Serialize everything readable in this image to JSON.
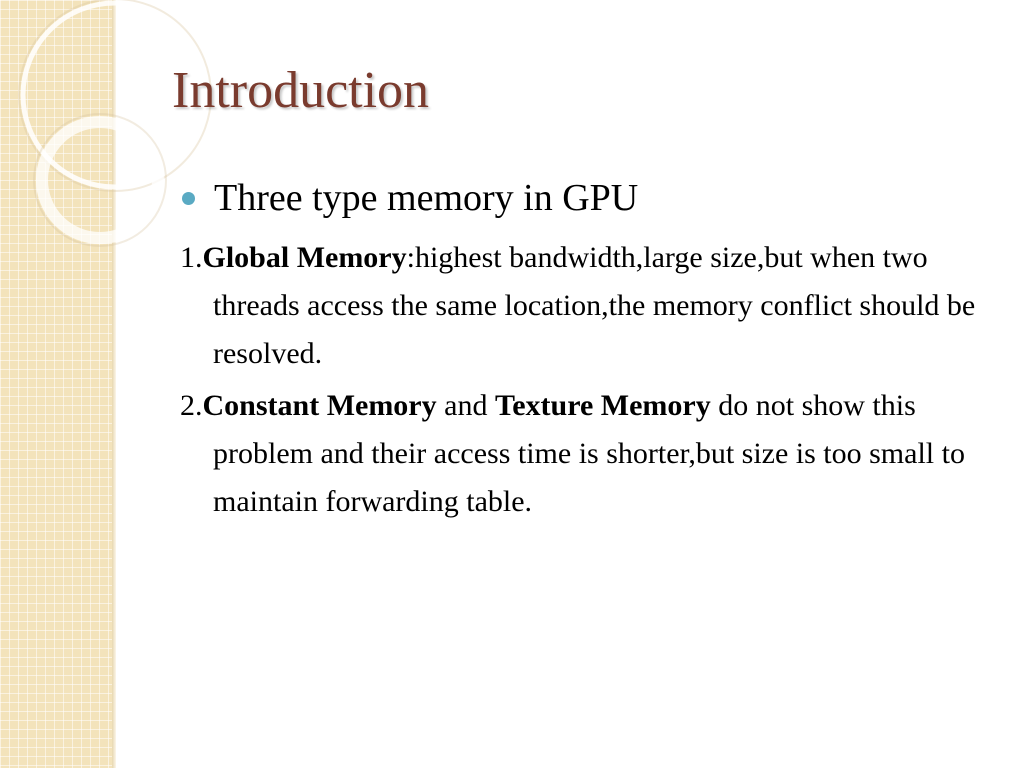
{
  "slide": {
    "title": "Introduction",
    "bullet": "Three type memory in GPU",
    "items": [
      {
        "number": "1.",
        "term1": "Global Memory",
        "text1": ":highest bandwidth,large size,but when two threads access the same location,the memory conflict should be resolved."
      },
      {
        "number": "2.",
        "term1": "Constant Memory",
        "text1": " and ",
        "term2": "Texture Memory",
        "text2": " do not show this problem and their access time is shorter,but size is too small to maintain forwarding table."
      }
    ]
  },
  "colors": {
    "title": "#7a3b2e",
    "bullet": "#5aaac3",
    "strip": "#f3e3bb"
  },
  "icons": {
    "bullet": "filled-circle"
  }
}
